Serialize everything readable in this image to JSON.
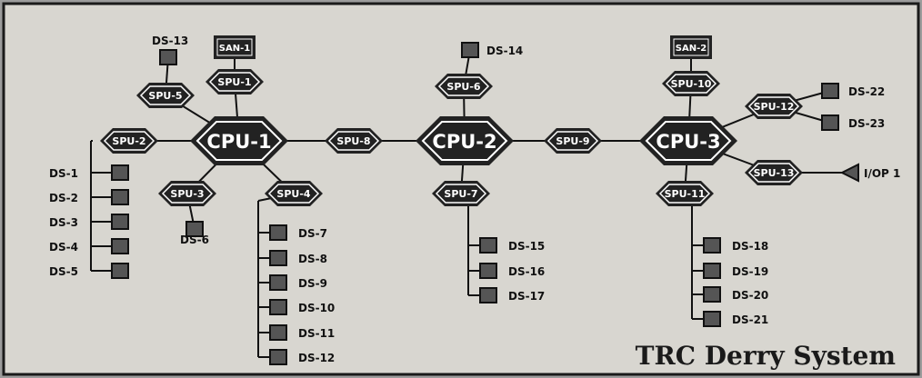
{
  "title": "TRC Derry System",
  "colors": {
    "background": "#d8d6d0",
    "border": "#1a1a1a",
    "node_fill": "#222222",
    "node_outline": "#ffffff",
    "node_text": "#ffffff",
    "ds_fill": "#555555",
    "line": "#111111"
  },
  "nodes": [
    {
      "id": "cpu1",
      "kind": "cpu",
      "label": "CPU-1"
    },
    {
      "id": "cpu2",
      "kind": "cpu",
      "label": "CPU-2"
    },
    {
      "id": "cpu3",
      "kind": "cpu",
      "label": "CPU-3"
    },
    {
      "id": "spu1",
      "kind": "spu",
      "label": "SPU-1"
    },
    {
      "id": "spu2",
      "kind": "spu",
      "label": "SPU-2"
    },
    {
      "id": "spu3",
      "kind": "spu",
      "label": "SPU-3"
    },
    {
      "id": "spu4",
      "kind": "spu",
      "label": "SPU-4"
    },
    {
      "id": "spu5",
      "kind": "spu",
      "label": "SPU-5"
    },
    {
      "id": "spu6",
      "kind": "spu",
      "label": "SPU-6"
    },
    {
      "id": "spu7",
      "kind": "spu",
      "label": "SPU-7"
    },
    {
      "id": "spu8",
      "kind": "spu",
      "label": "SPU-8"
    },
    {
      "id": "spu9",
      "kind": "spu",
      "label": "SPU-9"
    },
    {
      "id": "spu10",
      "kind": "spu",
      "label": "SPU-10"
    },
    {
      "id": "spu11",
      "kind": "spu",
      "label": "SPU-11"
    },
    {
      "id": "spu12",
      "kind": "spu",
      "label": "SPU-12"
    },
    {
      "id": "spu13",
      "kind": "spu",
      "label": "SPU-13"
    },
    {
      "id": "san1",
      "kind": "san",
      "label": "SAN-1"
    },
    {
      "id": "san2",
      "kind": "san",
      "label": "SAN-2"
    },
    {
      "id": "iop1",
      "kind": "iop",
      "label": "I/OP 1"
    },
    {
      "id": "ds1",
      "kind": "ds",
      "label": "DS-1"
    },
    {
      "id": "ds2",
      "kind": "ds",
      "label": "DS-2"
    },
    {
      "id": "ds3",
      "kind": "ds",
      "label": "DS-3"
    },
    {
      "id": "ds4",
      "kind": "ds",
      "label": "DS-4"
    },
    {
      "id": "ds5",
      "kind": "ds",
      "label": "DS-5"
    },
    {
      "id": "ds6",
      "kind": "ds",
      "label": "DS-6"
    },
    {
      "id": "ds7",
      "kind": "ds",
      "label": "DS-7"
    },
    {
      "id": "ds8",
      "kind": "ds",
      "label": "DS-8"
    },
    {
      "id": "ds9",
      "kind": "ds",
      "label": "DS-9"
    },
    {
      "id": "ds10",
      "kind": "ds",
      "label": "DS-10"
    },
    {
      "id": "ds11",
      "kind": "ds",
      "label": "DS-11"
    },
    {
      "id": "ds12",
      "kind": "ds",
      "label": "DS-12"
    },
    {
      "id": "ds13",
      "kind": "ds",
      "label": "DS-13"
    },
    {
      "id": "ds14",
      "kind": "ds",
      "label": "DS-14"
    },
    {
      "id": "ds15",
      "kind": "ds",
      "label": "DS-15"
    },
    {
      "id": "ds16",
      "kind": "ds",
      "label": "DS-16"
    },
    {
      "id": "ds17",
      "kind": "ds",
      "label": "DS-17"
    },
    {
      "id": "ds18",
      "kind": "ds",
      "label": "DS-18"
    },
    {
      "id": "ds19",
      "kind": "ds",
      "label": "DS-19"
    },
    {
      "id": "ds20",
      "kind": "ds",
      "label": "DS-20"
    },
    {
      "id": "ds21",
      "kind": "ds",
      "label": "DS-21"
    },
    {
      "id": "ds22",
      "kind": "ds",
      "label": "DS-22"
    },
    {
      "id": "ds23",
      "kind": "ds",
      "label": "DS-23"
    }
  ],
  "edges": [
    [
      "cpu1",
      "spu8"
    ],
    [
      "spu8",
      "cpu2"
    ],
    [
      "cpu2",
      "spu9"
    ],
    [
      "spu9",
      "cpu3"
    ],
    [
      "cpu1",
      "spu1"
    ],
    [
      "spu1",
      "san1"
    ],
    [
      "cpu1",
      "spu5"
    ],
    [
      "spu5",
      "ds13"
    ],
    [
      "cpu1",
      "spu2"
    ],
    [
      "cpu1",
      "spu3"
    ],
    [
      "spu3",
      "ds6"
    ],
    [
      "cpu1",
      "spu4"
    ],
    [
      "cpu2",
      "spu6"
    ],
    [
      "spu6",
      "ds14"
    ],
    [
      "cpu2",
      "spu7"
    ],
    [
      "cpu3",
      "spu10"
    ],
    [
      "spu10",
      "san2"
    ],
    [
      "cpu3",
      "spu12"
    ],
    [
      "spu12",
      "ds22"
    ],
    [
      "spu12",
      "ds23"
    ],
    [
      "cpu3",
      "spu13"
    ],
    [
      "spu13",
      "iop1"
    ],
    [
      "cpu3",
      "spu11"
    ]
  ],
  "buses": [
    {
      "from": "spu2",
      "targets": [
        "ds1",
        "ds2",
        "ds3",
        "ds4",
        "ds5"
      ]
    },
    {
      "from": "spu4",
      "targets": [
        "ds7",
        "ds8",
        "ds9",
        "ds10",
        "ds11",
        "ds12"
      ]
    },
    {
      "from": "spu7",
      "targets": [
        "ds15",
        "ds16",
        "ds17"
      ]
    },
    {
      "from": "spu11",
      "targets": [
        "ds18",
        "ds19",
        "ds20",
        "ds21"
      ]
    }
  ]
}
